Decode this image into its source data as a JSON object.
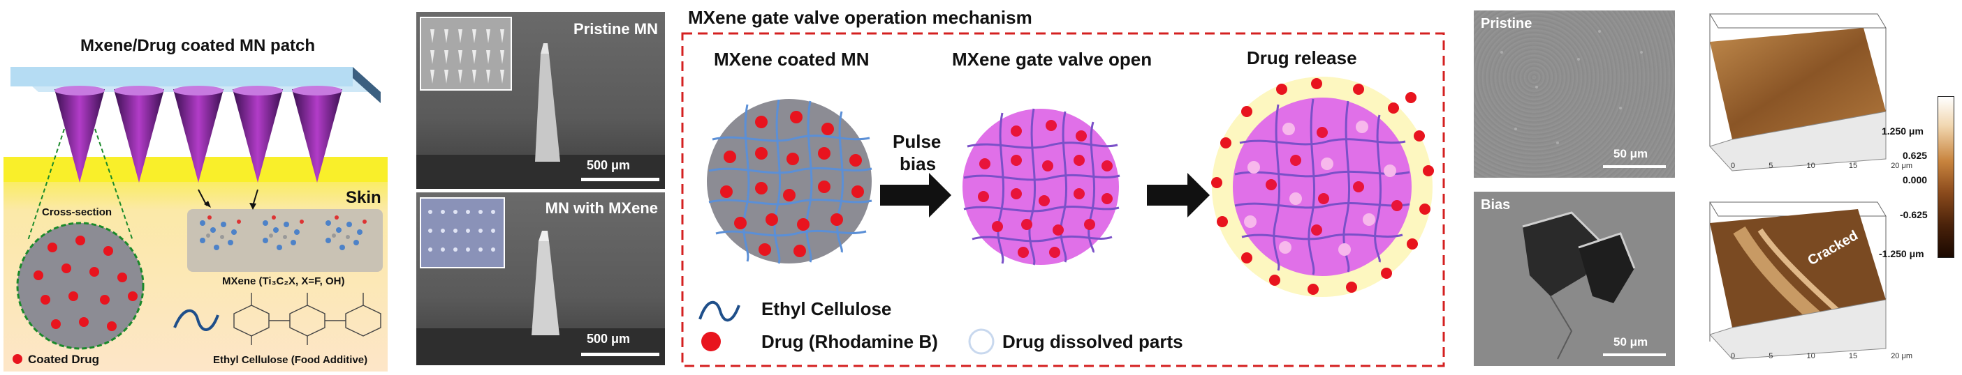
{
  "panel_a": {
    "title": "Mxene/Drug coated MN patch",
    "skin_label": "Skin",
    "cross_section_label": "Cross-section",
    "mxene_label": "MXene (Ti₃C₂X, X=F, OH)",
    "legend_drug": "Coated Drug",
    "legend_ec": "Ethyl Cellulose (Food Additive)"
  },
  "panel_b": {
    "top_label": "Pristine MN",
    "bottom_label": "MN with MXene",
    "scale_top": "500 μm",
    "scale_bottom": "500 μm"
  },
  "panel_c": {
    "title": "MXene gate valve operation mechanism",
    "stage1": "MXene coated MN",
    "stage2": "MXene gate valve open",
    "stage3": "Drug release",
    "pulse_line1": "Pulse",
    "pulse_line2": "bias",
    "legend_ec": "Ethyl Cellulose",
    "legend_drug": "Drug (Rhodamine B)",
    "legend_dissolved": "Drug dissolved parts"
  },
  "panel_d": {
    "top_label": "Pristine",
    "bottom_label": "Bias",
    "scale_top": "50 μm",
    "scale_bottom": "50 μm"
  },
  "panel_e": {
    "cracked_label": "Cracked",
    "colorbar_ticks": [
      "1.250 μm",
      "0.625",
      "0.000",
      "-0.625",
      "-1.250 μm"
    ],
    "axis_ticks_x": [
      "0",
      "5",
      "10",
      "15",
      "20 μm"
    ]
  },
  "colors": {
    "drug": "#e8141e",
    "ethyl_cellulose": "#5b8fd6",
    "mxene_gray": "#8c8c94",
    "valve_pink": "#e070e8",
    "release_yellow": "#fdf7c0",
    "dashed_border": "#d42020",
    "skin_yellow": "#f9ef2a"
  }
}
